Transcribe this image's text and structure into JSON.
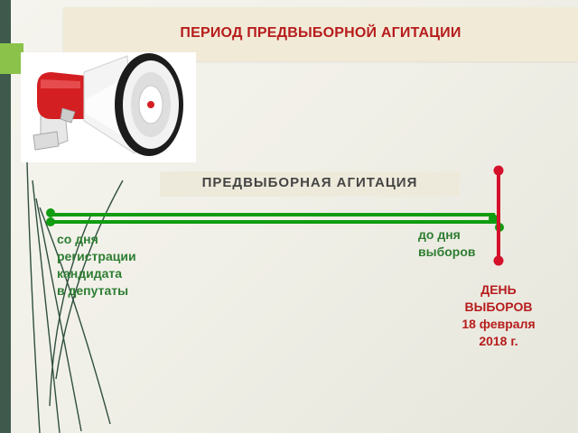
{
  "header": {
    "title": "ПЕРИОД ПРЕДВЫБОРНОЙ АГИТАЦИИ"
  },
  "image": {
    "icon": "megaphone-icon"
  },
  "timeline": {
    "label": "ПРЕДВЫБОРНАЯ  АГИТАЦИЯ",
    "start_caption": [
      "со дня",
      "регистрации",
      "кандидата",
      "в депутаты"
    ],
    "end_caption": [
      "до дня",
      "выборов"
    ],
    "election": {
      "title_lines": [
        "ДЕНЬ",
        "ВЫБОРОВ"
      ],
      "date_line1": "18 февраля",
      "date_line2": "2018 г."
    }
  },
  "colors": {
    "accent_red": "#b71c1c",
    "line_green": "#119c11",
    "marker_red": "#d4102a",
    "caption_green": "#2e7d32",
    "side_bar": "#3f5a4c",
    "tab_green": "#8bc34a"
  }
}
